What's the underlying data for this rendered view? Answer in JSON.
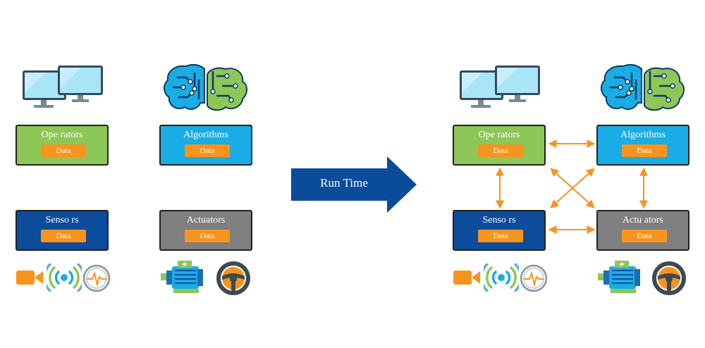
{
  "run_time_label": "Run Time",
  "data_label": "Data",
  "colors": {
    "operators": "#8dc757",
    "algorithms": "#19ace6",
    "sensors": "#0d4b9b",
    "actuators": "#7f7f7f",
    "data_tag": "#f7941d",
    "run_time_arrow": "#0b4c9a",
    "connection_arrows": "#f7941d"
  },
  "before": {
    "operators": {
      "title": "Ope rators",
      "data": "Data"
    },
    "algorithms": {
      "title": "Algorithms",
      "data": "Data"
    },
    "sensors": {
      "title": "Senso rs",
      "data": "Data"
    },
    "actuators": {
      "title": "Actuators",
      "data": "Data"
    }
  },
  "after": {
    "operators": {
      "title": "Ope rators",
      "data": "Data"
    },
    "algorithms": {
      "title": "Algorithms",
      "data": "Data"
    },
    "sensors": {
      "title": "Senso rs",
      "data": "Data"
    },
    "actuators": {
      "title": "Actu ators",
      "data": "Data"
    }
  },
  "icons": {
    "operators": "monitors-icon",
    "algorithms": "brains-icon",
    "sensors": [
      "camera-icon",
      "wireless-signal-icon",
      "pulse-gauge-icon"
    ],
    "actuators": [
      "electric-motor-icon",
      "steering-wheel-icon"
    ]
  }
}
